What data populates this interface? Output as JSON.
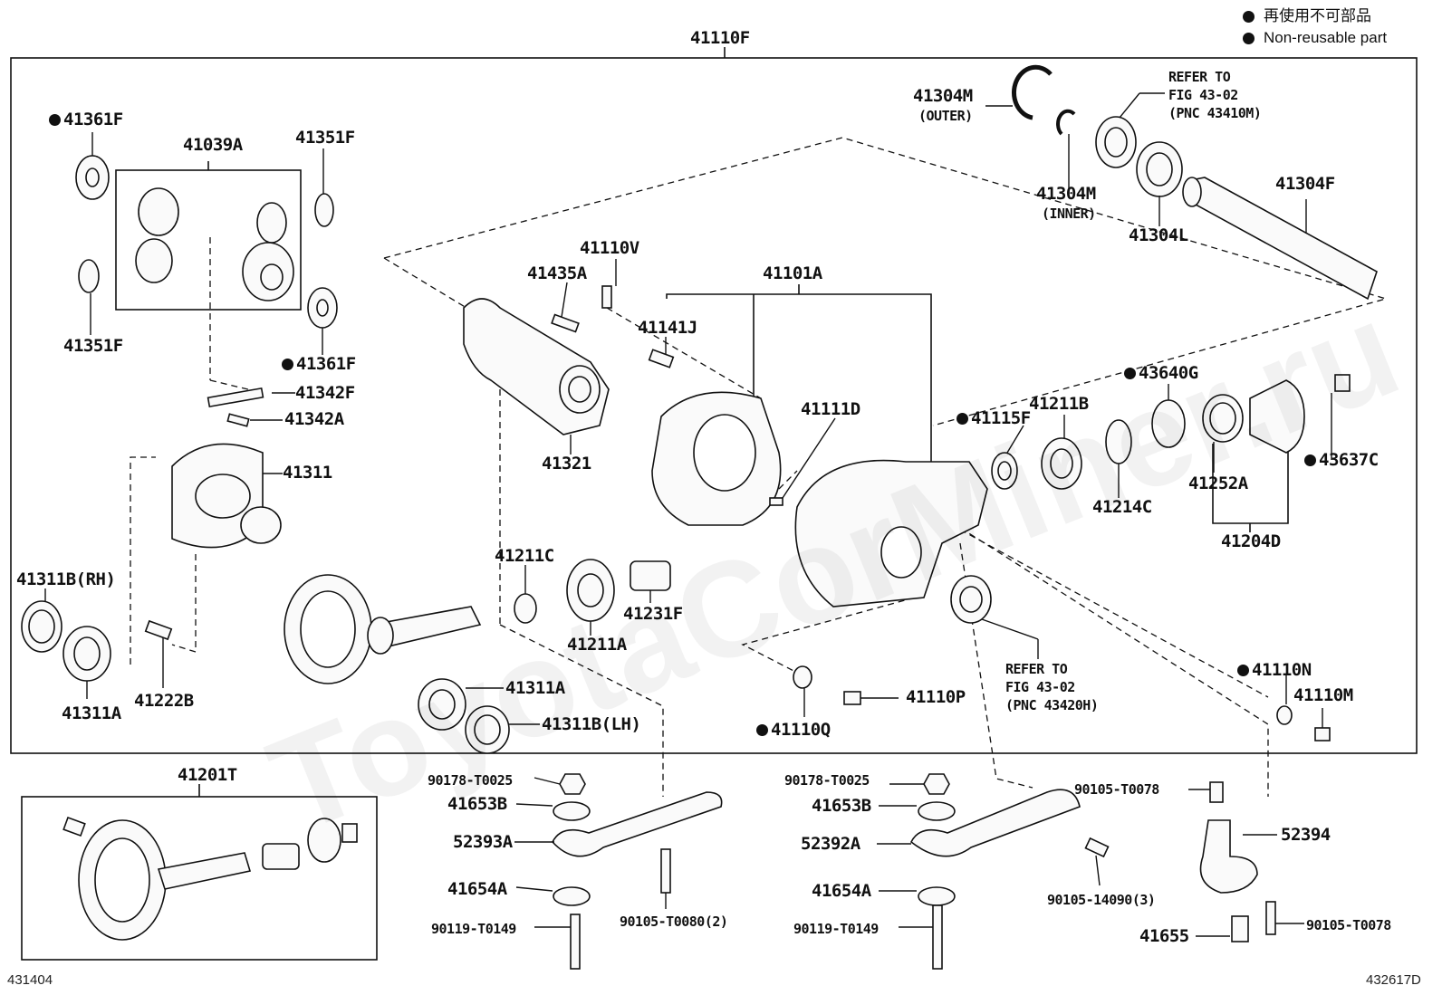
{
  "legend": {
    "items": [
      {
        "label_cn": "再使用不可部品",
        "label_en": "Non-reusable part"
      }
    ],
    "cn": "再使用不可部品",
    "en": "Non-reusable part"
  },
  "assembly_label": "41110F",
  "watermark": "ToyotaCorMiner.ru",
  "labels": {
    "p41304M_outer": "41304M",
    "outer": "(OUTER)",
    "p41304M_inner": "41304M",
    "inner": "(INNER)",
    "refer1_l1": "REFER TO",
    "refer1_l2": "FIG 43-02",
    "refer1_l3": "(PNC 43410M)",
    "p41304F": "41304F",
    "p41304L": "41304L",
    "p41361F_top": "41361F",
    "p41039A": "41039A",
    "p41351F_top": "41351F",
    "p41351F_left": "41351F",
    "p41361F_mid": "41361F",
    "p41342F": "41342F",
    "p41342A": "41342A",
    "p41311": "41311",
    "p41311B_RH": "41311B(RH)",
    "p41311A_left": "41311A",
    "p41222B": "41222B",
    "p41110V": "41110V",
    "p41435A": "41435A",
    "p41321": "41321",
    "p41101A": "41101A",
    "p41141J": "41141J",
    "p41111D": "41111D",
    "p43640G": "43640G",
    "p41211B": "41211B",
    "p41115F": "41115F",
    "p41214C": "41214C",
    "p41252A": "41252A",
    "p41204D": "41204D",
    "p43637C": "43637C",
    "p41211C": "41211C",
    "p41211A": "41211A",
    "p41231F": "41231F",
    "p41311A_mid": "41311A",
    "p41311B_LH": "41311B(LH)",
    "refer2_l1": "REFER TO",
    "refer2_l2": "FIG 43-02",
    "refer2_l3": "(PNC 43420H)",
    "p41110N": "41110N",
    "p41110M": "41110M",
    "p41110P": "41110P",
    "p41110Q": "41110Q",
    "p41201T": "41201T",
    "p90178_left": "90178-T0025",
    "p41653B_left": "41653B",
    "p52393A": "52393A",
    "p41654A_left": "41654A",
    "p90119_left": "90119-T0149",
    "p90105_T0080": "90105-T0080(2)",
    "p90178_right": "90178-T0025",
    "p41653B_right": "41653B",
    "p52392A": "52392A",
    "p41654A_right": "41654A",
    "p90119_right": "90119-T0149",
    "p90105_14090": "90105-14090(3)",
    "p90105_T0078_top": "90105-T0078",
    "p52394": "52394",
    "p41655": "41655",
    "p90105_T0078_bot": "90105-T0078"
  },
  "footer": {
    "left_code": "431404",
    "right_code": "432617D"
  }
}
